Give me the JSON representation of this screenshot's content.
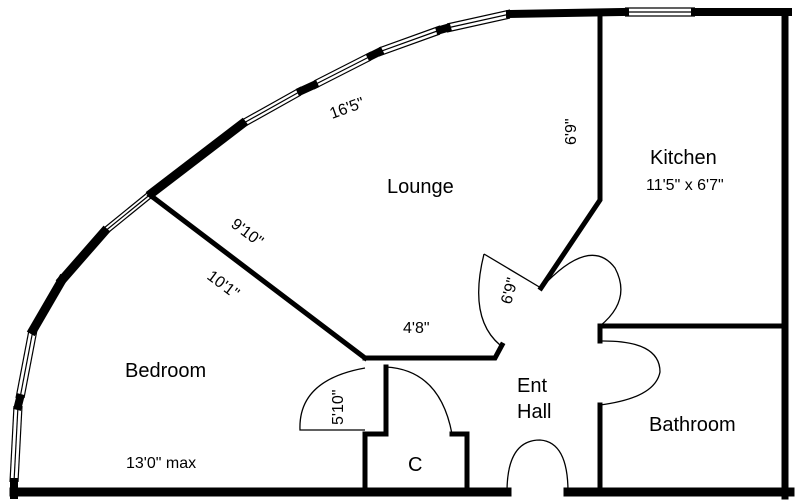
{
  "rooms": {
    "lounge": {
      "name": "Lounge",
      "dim_wall": "16'5\"",
      "dim_right": "6'9\"",
      "dim_diag": "9'10\"",
      "dim_bottom": "4'8\""
    },
    "kitchen": {
      "name": "Kitchen",
      "size": "11'5\" x 6'7\""
    },
    "bedroom": {
      "name": "Bedroom",
      "dim_diag": "10'1\"",
      "size": "13'0\" max"
    },
    "hall": {
      "name_line1": "Ent",
      "name_line2": "Hall",
      "dim_door": "6'9\""
    },
    "bathroom": {
      "name": "Bathroom"
    },
    "cupboard": {
      "name": "C",
      "dim": "5'10\""
    }
  }
}
